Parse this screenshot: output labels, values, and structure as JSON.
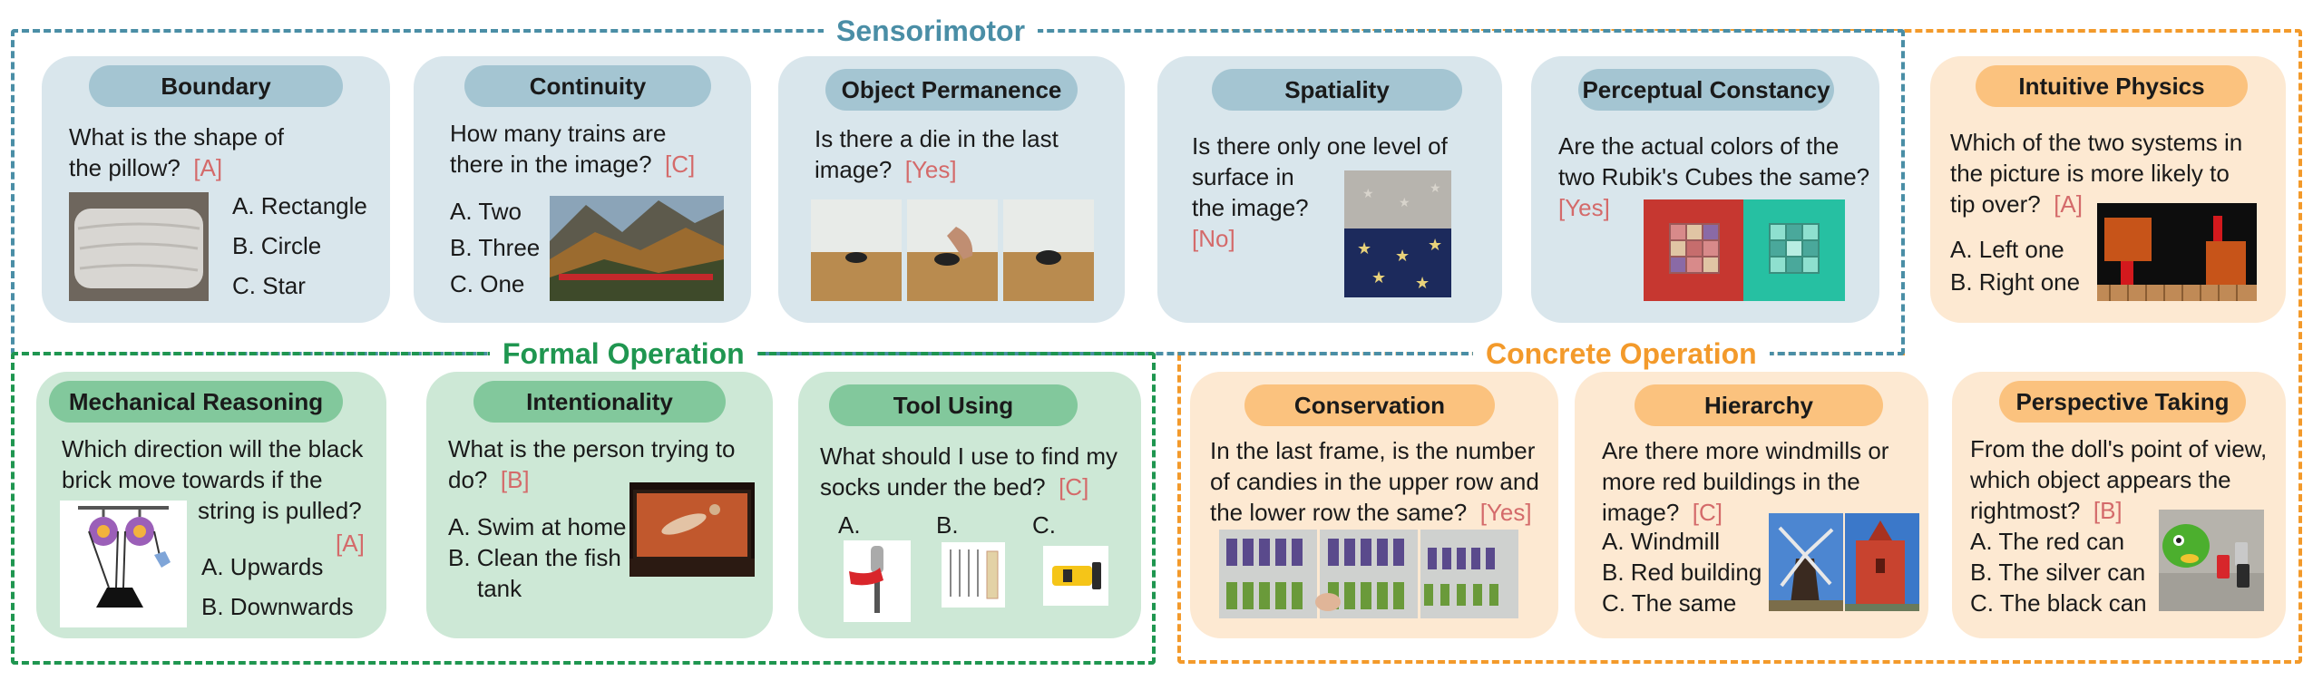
{
  "regions": {
    "sensorimotor": "Sensorimotor",
    "formal": "Formal Operation",
    "concrete": "Concrete Operation"
  },
  "colors": {
    "sensorimotor": "#4a8ea6",
    "formal": "#1f9650",
    "concrete": "#f39a2b",
    "answer": "#d46a6a"
  },
  "cards": {
    "boundary": {
      "title": "Boundary",
      "q1": "What is the shape of",
      "q2": "the pillow?",
      "answer": "[A]",
      "options": [
        "A. Rectangle",
        "B. Circle",
        "C. Star"
      ]
    },
    "continuity": {
      "title": "Continuity",
      "q1": "How many trains are",
      "q2": "there in the image?",
      "answer": "[C]",
      "options": [
        "A. Two",
        "B. Three",
        "C. One"
      ]
    },
    "object_permanence": {
      "title": "Object Permanence",
      "q1": "Is there a die in the last",
      "q2": "image?",
      "answer": "[Yes]"
    },
    "spatiality": {
      "title": "Spatiality",
      "q1": "Is there only one level of",
      "q2": "surface in",
      "q3": "the image?",
      "answer": "[No]"
    },
    "perceptual_constancy": {
      "title": "Perceptual Constancy",
      "q1": "Are the actual colors of the",
      "q2": "two Rubik's Cubes the same?",
      "answer": "[Yes]"
    },
    "intuitive_physics": {
      "title": "Intuitive Physics",
      "q1": "Which of the two systems in",
      "q2": "the picture is more likely to",
      "q3": "tip over?",
      "answer": "[A]",
      "options": [
        "A. Left one",
        "B. Right one"
      ]
    },
    "mechanical_reasoning": {
      "title": "Mechanical Reasoning",
      "q1": "Which direction will the black",
      "q2": "brick move towards if the",
      "q3": "string is pulled?",
      "answer": "[A]",
      "options": [
        "A. Upwards",
        "B. Downwards"
      ]
    },
    "intentionality": {
      "title": "Intentionality",
      "q1": "What is the person trying to",
      "q2": "do?",
      "answer": "[B]",
      "options": [
        "A. Swim at home",
        "B. Clean the fish",
        "tank"
      ]
    },
    "tool_using": {
      "title": "Tool Using",
      "q1": "What should I use to find my",
      "q2": "socks under the bed?",
      "answer": "[C]",
      "options": [
        "A.",
        "B.",
        "C."
      ]
    },
    "conservation": {
      "title": "Conservation",
      "q1": "In the last frame, is the number",
      "q2": "of candies in the upper row and",
      "q3": "the lower row the same?",
      "answer": "[Yes]"
    },
    "hierarchy": {
      "title": "Hierarchy",
      "q1": "Are there more windmills or",
      "q2": "more red buildings in the",
      "q3": "image?",
      "answer": "[C]",
      "options": [
        "A. Windmill",
        "B. Red building",
        "C. The same"
      ]
    },
    "perspective_taking": {
      "title": "Perspective Taking",
      "q1": "From the doll's point of view,",
      "q2": "which object appears the",
      "q3": "rightmost?",
      "answer": "[B]",
      "options": [
        "A. The red can",
        "B. The silver can",
        "C. The black can"
      ]
    }
  }
}
